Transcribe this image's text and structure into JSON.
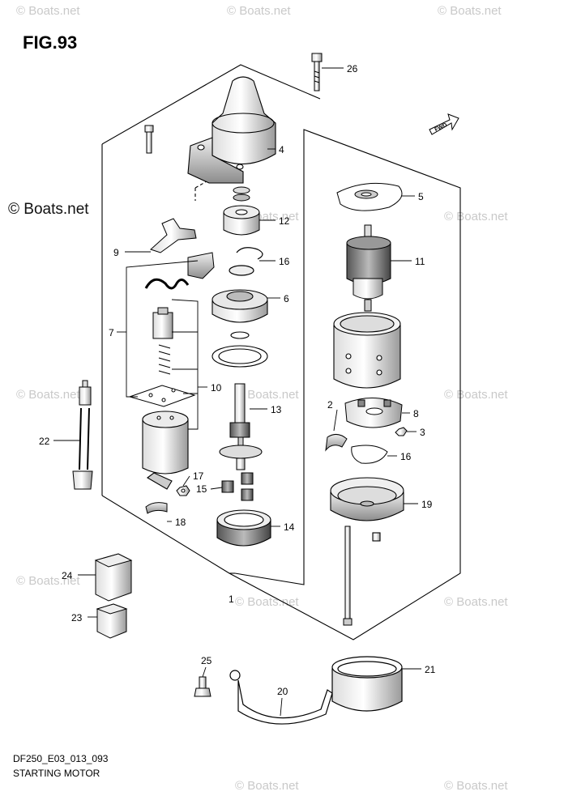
{
  "figure": {
    "title": "FIG.93",
    "copyright_text": "© Boats.net",
    "drawing_code": "DF250_E03_013_093",
    "caption": "STARTING MOTOR",
    "direction_label": "FWD",
    "watermark_text": "© Boats.net"
  },
  "callouts": [
    {
      "number": "26"
    },
    {
      "number": "4"
    },
    {
      "number": "5"
    },
    {
      "number": "12"
    },
    {
      "number": "9"
    },
    {
      "number": "16"
    },
    {
      "number": "11"
    },
    {
      "number": "6"
    },
    {
      "number": "7"
    },
    {
      "number": "10"
    },
    {
      "number": "2"
    },
    {
      "number": "8"
    },
    {
      "number": "13"
    },
    {
      "number": "3"
    },
    {
      "number": "22"
    },
    {
      "number": "16"
    },
    {
      "number": "17"
    },
    {
      "number": "15"
    },
    {
      "number": "19"
    },
    {
      "number": "18"
    },
    {
      "number": "14"
    },
    {
      "number": "24"
    },
    {
      "number": "1"
    },
    {
      "number": "23"
    },
    {
      "number": "25"
    },
    {
      "number": "21"
    },
    {
      "number": "20"
    }
  ]
}
